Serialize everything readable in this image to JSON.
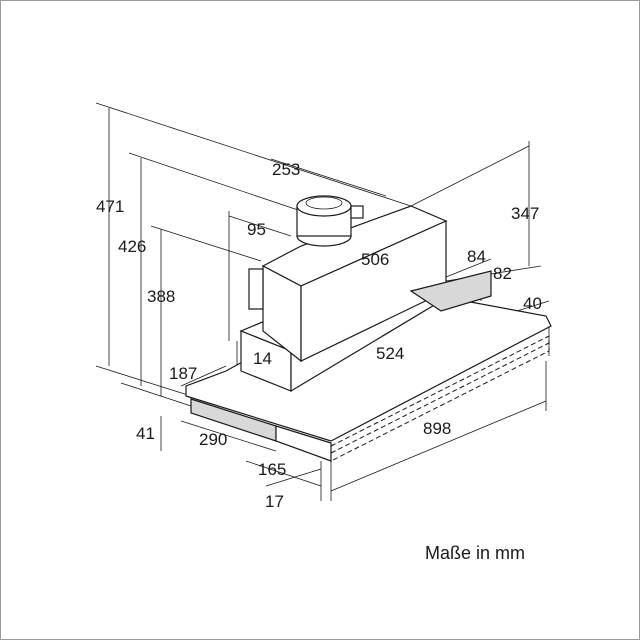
{
  "dimensions": {
    "d471": "471",
    "d426": "426",
    "d388": "388",
    "d253": "253",
    "d95": "95",
    "d506": "506",
    "d347": "347",
    "d84": "84",
    "d82": "82",
    "d40": "40",
    "d14": "14",
    "d524": "524",
    "d187": "187",
    "d41": "41",
    "d290": "290",
    "d898": "898",
    "d165": "165",
    "d17": "17"
  },
  "caption": "Maße in mm"
}
